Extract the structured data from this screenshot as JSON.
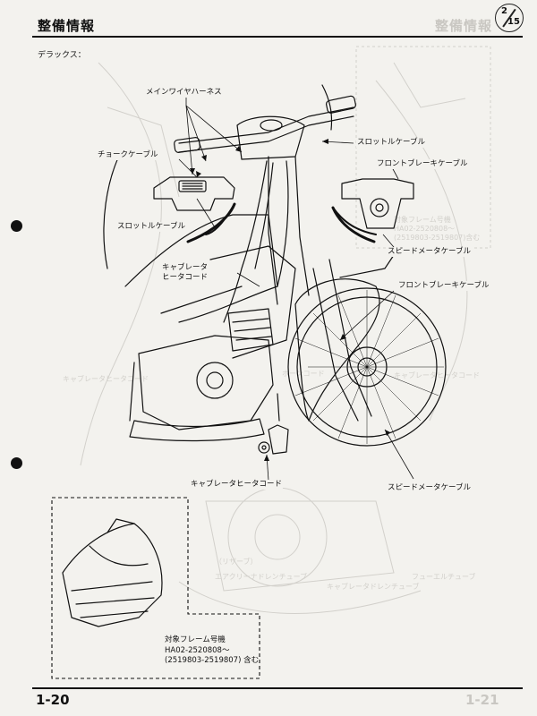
{
  "header": {
    "title": "整備情報",
    "ghost_title": "整備情報",
    "page_index_num": "2",
    "page_index_den": "15"
  },
  "subtitle": "デラックス：",
  "labels": {
    "main_wire_harness": "メインワイヤハーネス",
    "throttle_cable_top": "スロットルケーブル",
    "choke_cable": "チョークケーブル",
    "front_brake_cable_top": "フロントブレーキケーブル",
    "throttle_cable_left": "スロットルケーブル",
    "carb_heater_line1": "キャブレータ",
    "carb_heater_line2": "ヒータコード",
    "speedometer_cable_top": "スピードメータケーブル",
    "front_brake_cable_mid": "フロントブレーキケーブル",
    "carb_heater_cord_bottom": "キャブレータヒータコード",
    "speedometer_cable_bottom": "スピードメータケーブル"
  },
  "frame_note": {
    "line1": "対象フレーム号機",
    "line2": "HA02-2520808～",
    "line3": "(2519803-2519807) 含む"
  },
  "footer": {
    "page_left": "1-20",
    "page_right": "1-21"
  },
  "colors": {
    "paper": "#f3f2ee",
    "ink": "#111111",
    "ghost": "#c9c7c2"
  }
}
